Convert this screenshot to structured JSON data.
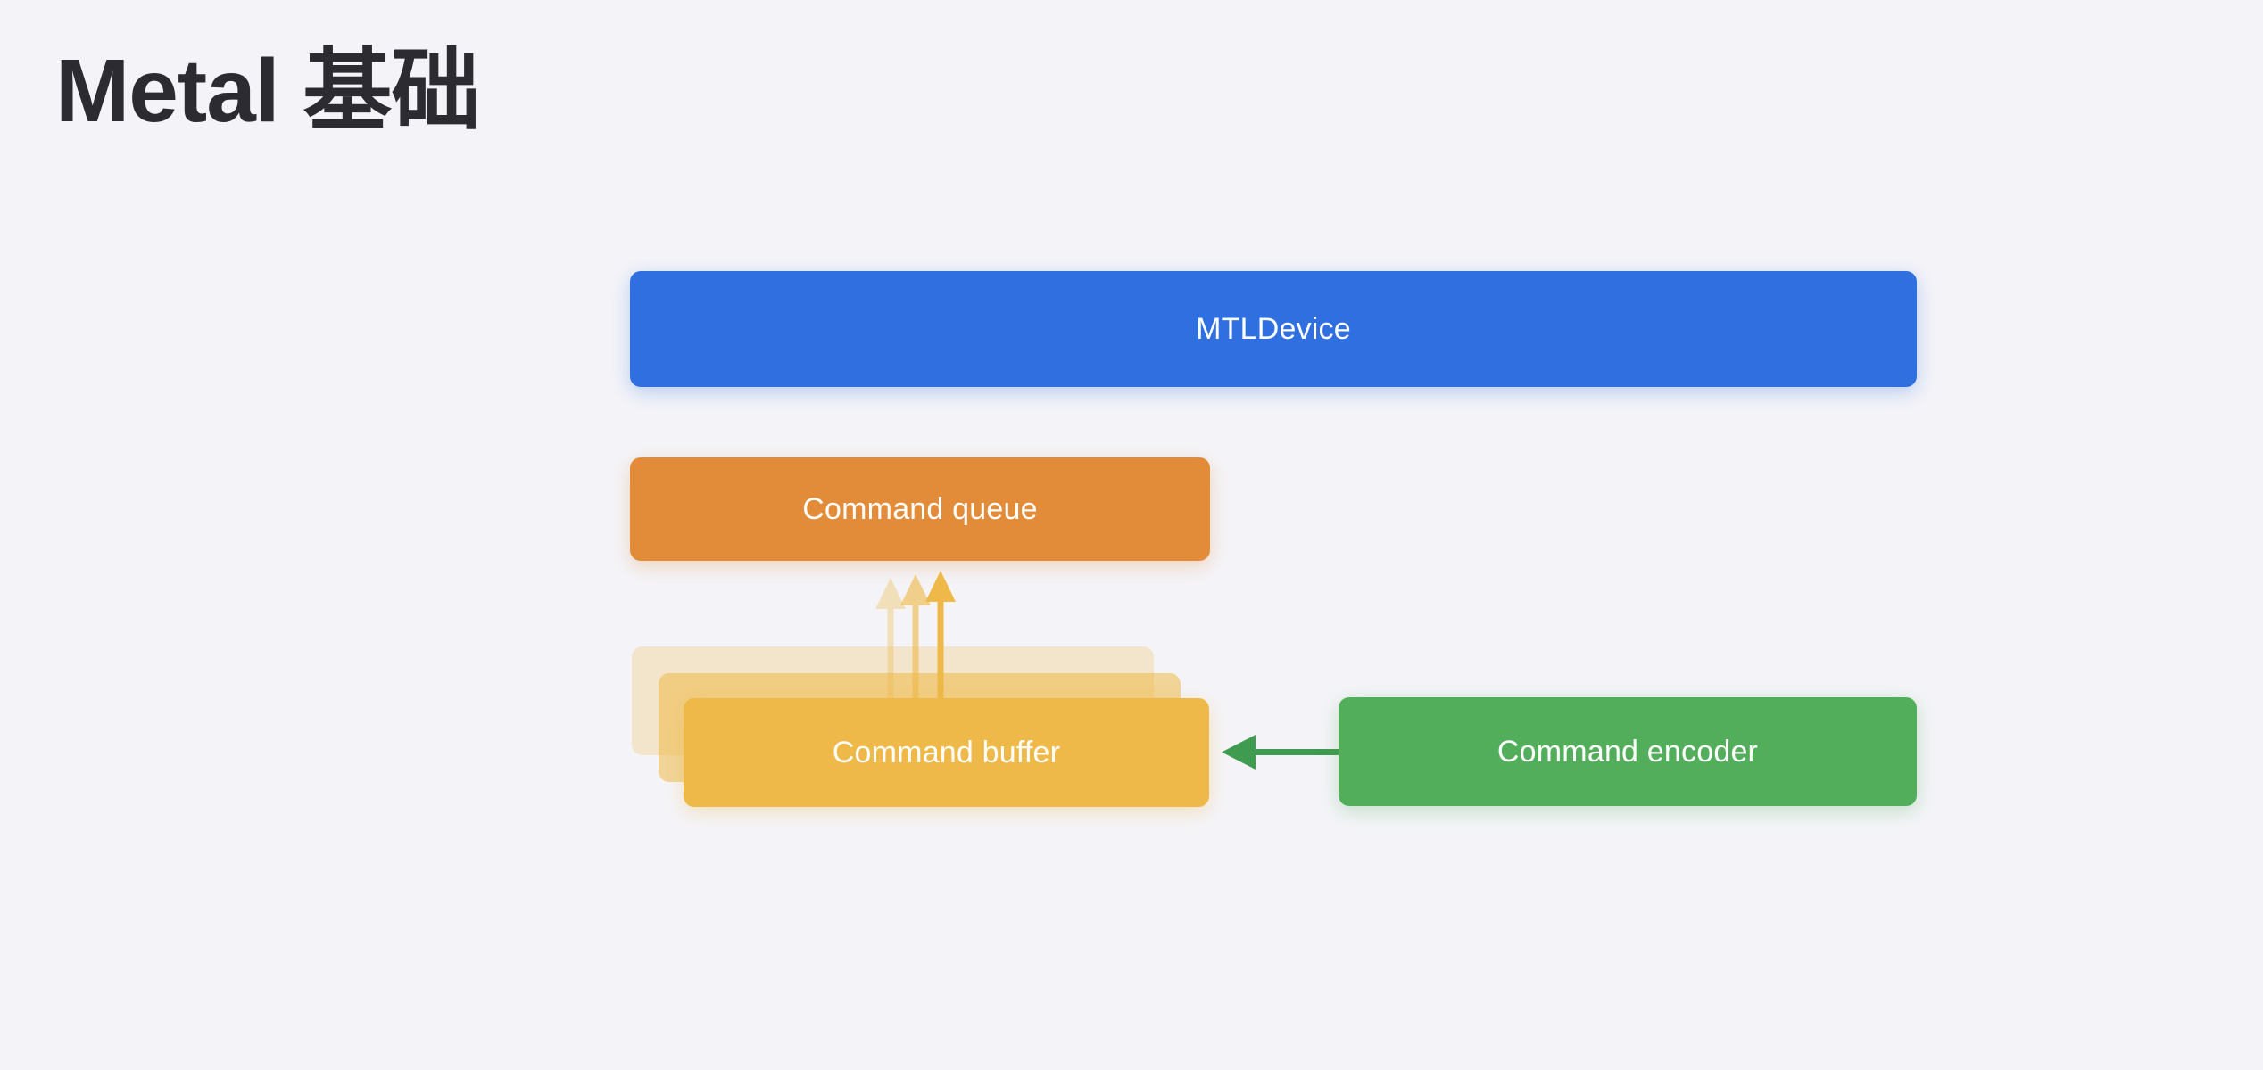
{
  "slide": {
    "background_color": "#f4f4f8",
    "title": "Metal 基础"
  },
  "diagram": {
    "nodes": [
      {
        "id": "mtl-device",
        "label": "MTLDevice",
        "color": "#2f6fe0",
        "text_color": "#ffffff"
      },
      {
        "id": "command-queue",
        "label": "Command queue",
        "color": "#e28b38",
        "text_color": "#ffffff"
      },
      {
        "id": "command-buffer",
        "label": "Command buffer",
        "color": "#eeb949",
        "text_color": "#ffffff",
        "stacked": true,
        "stack_count": 3
      },
      {
        "id": "command-encoder",
        "label": "Command encoder",
        "color": "#52ae5b",
        "text_color": "#ffffff"
      }
    ],
    "connectors": [
      {
        "id": "buffer-to-queue-1",
        "from": "command-buffer",
        "to": "command-queue",
        "direction": "up",
        "color": "#eeb949",
        "opacity": 0.35
      },
      {
        "id": "buffer-to-queue-2",
        "from": "command-buffer",
        "to": "command-queue",
        "direction": "up",
        "color": "#eeb949",
        "opacity": 0.62
      },
      {
        "id": "buffer-to-queue-3",
        "from": "command-buffer",
        "to": "command-queue",
        "direction": "up",
        "color": "#eeb949",
        "opacity": 1
      },
      {
        "id": "encoder-to-buffer",
        "from": "command-encoder",
        "to": "command-buffer",
        "direction": "left",
        "color": "#3f9b4f",
        "opacity": 1
      }
    ]
  }
}
